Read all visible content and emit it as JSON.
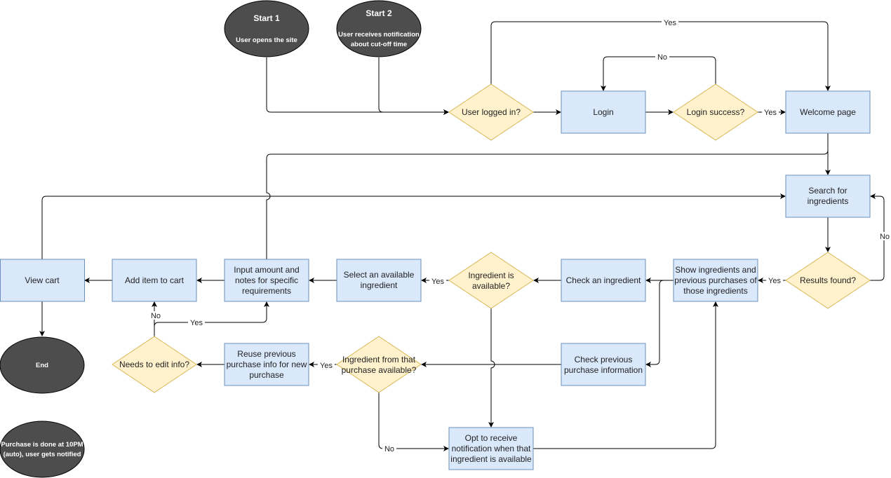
{
  "colors": {
    "process_fill": "#dae8fc",
    "process_stroke": "#6c8ebf",
    "decision_fill": "#fff2cc",
    "decision_stroke": "#d6b656",
    "terminal_fill": "#4d4d4d",
    "terminal_stroke": "#000000",
    "label_bg": "#ffffff"
  },
  "nodes": {
    "start1": {
      "title": "Start 1",
      "text": "User opens the site"
    },
    "start2": {
      "title": "Start 2",
      "lines": [
        "User receives notification",
        "about cut-off time"
      ]
    },
    "logged_in": {
      "text": "User logged in?"
    },
    "login": {
      "text": "Login"
    },
    "login_success": {
      "text": "Login success?"
    },
    "welcome": {
      "text": "Welcome page"
    },
    "search": {
      "lines": [
        "Search for",
        "ingredients"
      ]
    },
    "results": {
      "text": "Results found?"
    },
    "show_ingr": {
      "lines": [
        "Show ingredients and",
        "previous purchases of",
        "those ingredients"
      ]
    },
    "check_ingr": {
      "text": "Check an ingredient"
    },
    "ingr_avail": {
      "lines": [
        "Ingredient is",
        "available?"
      ]
    },
    "select": {
      "lines": [
        "Select an available",
        "ingredient"
      ]
    },
    "input": {
      "lines": [
        "Input amount and",
        "notes for specific",
        "requirements"
      ]
    },
    "add_cart": {
      "text": "Add item to cart"
    },
    "view_cart": {
      "text": "View cart"
    },
    "end": {
      "text": "End"
    },
    "check_prev": {
      "lines": [
        "Check previous",
        "purchase information"
      ]
    },
    "from_purchase": {
      "lines": [
        "Ingredient from that",
        "purchase available?"
      ]
    },
    "reuse": {
      "lines": [
        "Reuse previous",
        "purchase info for new",
        "purchase"
      ]
    },
    "needs_edit": {
      "text": "Needs to edit info?"
    },
    "opt_notify": {
      "lines": [
        "Opt to receive",
        "notification when that",
        "ingredient is available"
      ]
    },
    "purchase_note": {
      "lines": [
        "Purchase is done at 10PM",
        "(auto), user gets notified"
      ]
    }
  },
  "edge_labels": {
    "yes_top": "Yes",
    "no_login_retry": "No",
    "yes_login_success": "Yes",
    "no_results": "No",
    "yes_results": "Yes",
    "yes_available": "Yes",
    "yes_from_purchase": "Yes",
    "no_from_purchase": "No",
    "no_edit": "No",
    "yes_edit": "Yes"
  }
}
